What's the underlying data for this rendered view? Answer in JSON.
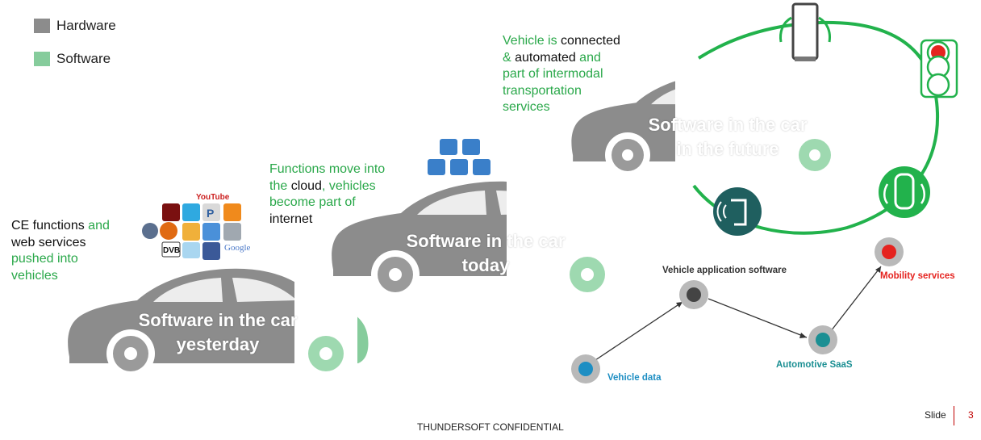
{
  "legend": [
    {
      "label": "Hardware",
      "color": "#8c8c8c"
    },
    {
      "label": "Software",
      "color": "#86cc9c"
    }
  ],
  "colors": {
    "hardware": "#8c8c8c",
    "software": "#86cc9c",
    "accent_green": "#2aa84a",
    "dark_teal": "#1f5f5f",
    "ring_green": "#22b24c",
    "node_teal": "#1b8f93",
    "node_red": "#e5231f"
  },
  "descriptions": {
    "yesterday": {
      "l1a": "CE functions",
      "l1b": " and",
      "l2": "web services",
      "l3": "pushed into",
      "l4": "vehicles"
    },
    "today": {
      "l1": "Functions move into",
      "l2a": "the ",
      "l2b": "cloud",
      "l2c": ", vehicles",
      "l3": "become part of",
      "l4": "internet"
    },
    "future": {
      "l1a": "Vehicle is ",
      "l1b": "connected",
      "l2a": "& ",
      "l2b": "automated",
      "l2c": " and",
      "l3": "part of intermodal",
      "l4": "transportation",
      "l5": "services"
    }
  },
  "cars": {
    "yesterday": {
      "line1": "Software in the car",
      "line2": "yesterday"
    },
    "today": {
      "line1": "Software in the car",
      "line2": "today"
    },
    "future": {
      "line1": "Software in the car",
      "line2": "in the future"
    }
  },
  "app_icons": {
    "youtube": "YouTube",
    "google": "Google",
    "dvb": "DVB",
    "p": "P"
  },
  "flow": {
    "vehicle_data": "Vehicle data",
    "vehicle_app": "Vehicle application software",
    "automotive_saas": "Automotive SaaS",
    "mobility": "Mobility services"
  },
  "footer": {
    "confidential": "THUNDERSOFT CONFIDENTIAL",
    "slide_label": "Slide",
    "slide_number": "3"
  }
}
